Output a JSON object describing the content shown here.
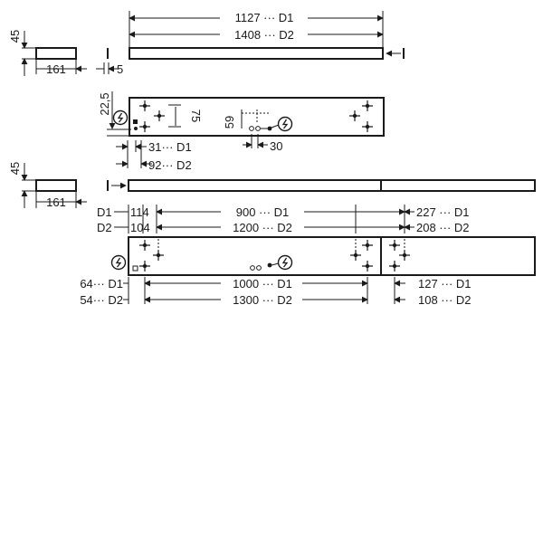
{
  "section1": {
    "height_label": "45",
    "depth_label": "161",
    "gap_label": "5",
    "d1_length_label": "1127 ··· D1",
    "d2_length_label": "1408 ··· D2",
    "height_22_label": "22,5",
    "height_75_label": "75",
    "height_59_label": "59",
    "d1_offset_label": "31··· D1",
    "d2_offset_label": "92··· D2",
    "spacing_30_label": "30"
  },
  "section2": {
    "height_label": "45",
    "depth_label": "161",
    "row1": {
      "d1_prefix": "D1",
      "d1_start": "114",
      "d1_middle": "900 ··· D1",
      "d1_end": "227 ··· D1"
    },
    "row2": {
      "d2_prefix": "D2",
      "d2_start": "104",
      "d2_middle": "1200 ··· D2",
      "d2_end": "208 ··· D2"
    },
    "bottom1": {
      "start": "64··· D1",
      "middle": "1000 ··· D1",
      "end": "127 ··· D1"
    },
    "bottom2": {
      "start": "54··· D2",
      "middle": "1300 ··· D2",
      "end": "108 ··· D2"
    }
  },
  "symbols": {
    "power": "power-connection-symbol",
    "mount": "mounting-point-symbol"
  }
}
